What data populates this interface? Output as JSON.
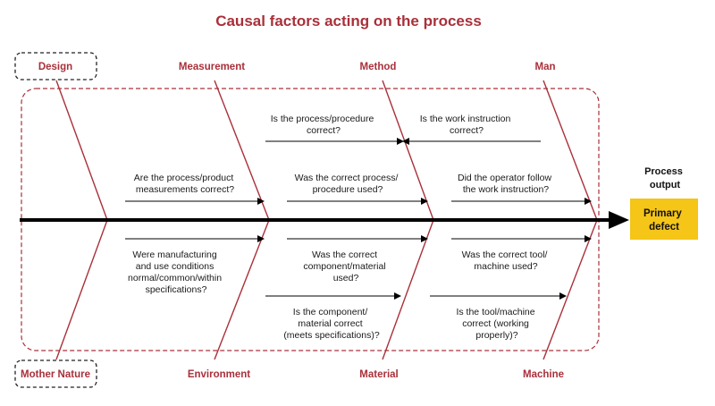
{
  "title": "Causal factors acting on the process",
  "categories": {
    "design": "Design",
    "measurement": "Measurement",
    "method": "Method",
    "man": "Man",
    "mother_nature": "Mother Nature",
    "environment": "Environment",
    "material": "Material",
    "machine": "Machine"
  },
  "questions": {
    "method_top": [
      "Is the process/procedure",
      "correct?"
    ],
    "man_top": [
      "Is the work instruction",
      "correct?"
    ],
    "measurement": [
      "Are the process/product",
      "measurements correct?"
    ],
    "method_bottom": [
      "Was the correct process/",
      "procedure used?"
    ],
    "man_bottom": [
      "Did the operator follow",
      "the work instruction?"
    ],
    "environment": [
      "Were manufacturing",
      "and use conditions",
      "normal/common/within",
      "specifications?"
    ],
    "material_top": [
      "Was the correct",
      "component/material",
      "used?"
    ],
    "material_bottom": [
      "Is the component/",
      "material correct",
      "(meets specifications)?"
    ],
    "machine_top": [
      "Was the correct tool/",
      "machine used?"
    ],
    "machine_bottom": [
      "Is the tool/machine",
      "correct (working",
      "properly)?"
    ]
  },
  "output": {
    "heading": [
      "Process",
      "output"
    ],
    "box": [
      "Primary",
      "defect"
    ]
  },
  "colors": {
    "accent": "#a9303a",
    "spine": "#000000",
    "output_box": "#f5c518"
  }
}
